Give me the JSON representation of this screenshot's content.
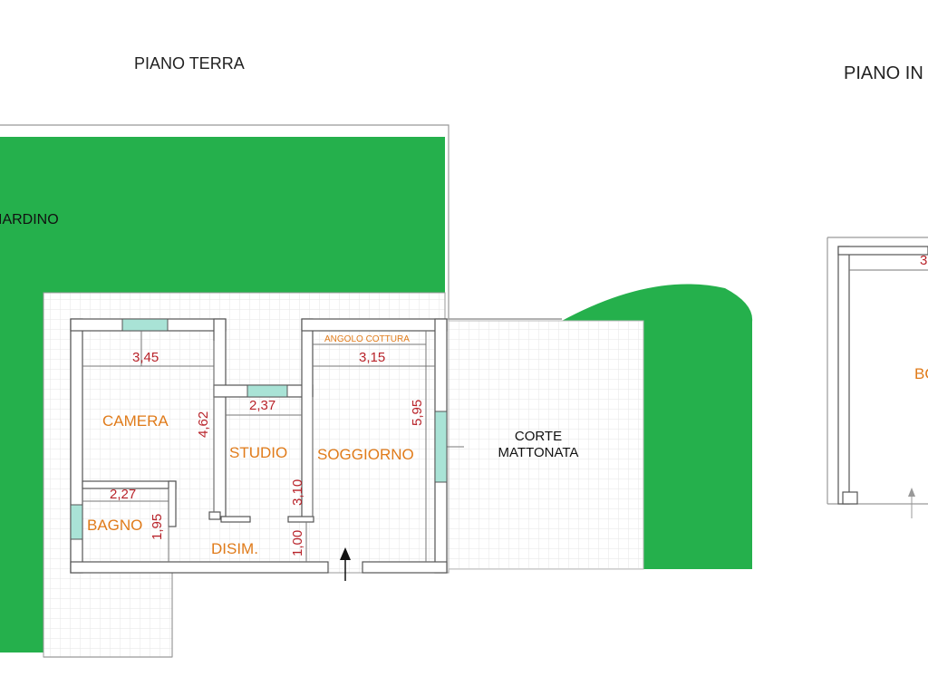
{
  "floors": [
    {
      "title": "PIANO TERRA"
    },
    {
      "title": "PIANO IN"
    }
  ],
  "areas": {
    "garden": "IARDINO",
    "courtyard_line1": "CORTE",
    "courtyard_line2": "MATTONATA",
    "upper_room_fragment": "BO"
  },
  "rooms": {
    "camera": {
      "name": "CAMERA",
      "width": "3,45",
      "depth": "4,62"
    },
    "studio": {
      "name": "STUDIO",
      "width": "2,37",
      "depth": "3,10"
    },
    "soggiorno": {
      "name": "SOGGIORNO",
      "width": "3,15",
      "depth": "5,95",
      "note": "ANGOLO COTTURA"
    },
    "bagno": {
      "name": "BAGNO",
      "width": "2,27",
      "depth": "1,95"
    },
    "disimpegno": {
      "name": "DISIM.",
      "depth": "1,00"
    }
  },
  "upper_floor": {
    "width_fragment": "3"
  },
  "colors": {
    "garden": "#25b04c",
    "wall": "#ffffff",
    "wall_stroke": "#555555",
    "room_label": "#e07b1a",
    "dimension": "#b8232a",
    "window": "#a9e3d6",
    "tile_grid": "#e6e6e6"
  }
}
